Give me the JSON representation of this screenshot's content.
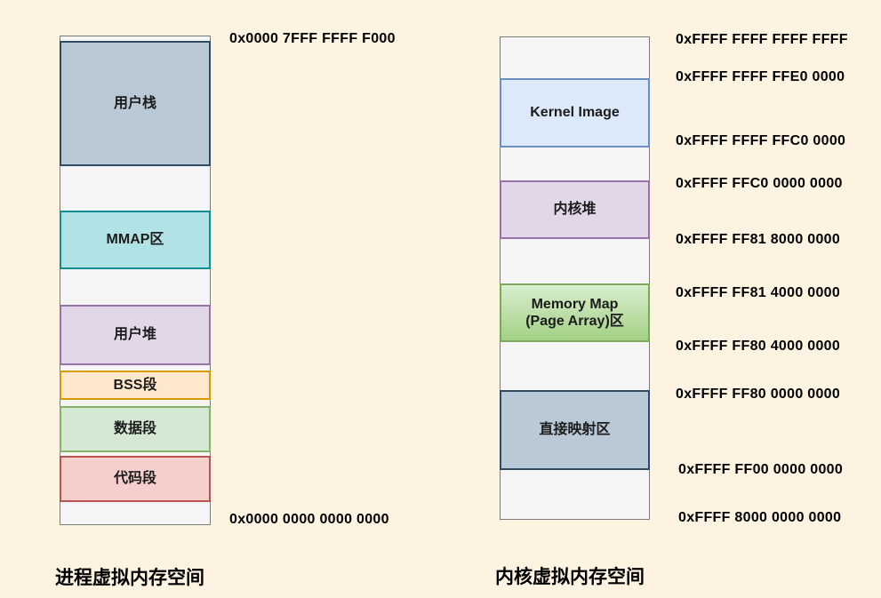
{
  "page": {
    "background": "#fdf3e0"
  },
  "process_space": {
    "title": "进程虚拟内存空间",
    "top_address": "0x0000 7FFF FFFF F000",
    "bottom_address": "0x0000 0000 0000 0000",
    "segments": [
      {
        "id": "user-stack",
        "label": "用户栈",
        "fill": "#b9c9d6",
        "border": "#2e4b65"
      },
      {
        "id": "mmap",
        "label": "MMAP区",
        "fill": "#b1e3e6",
        "border": "#0f8e96"
      },
      {
        "id": "user-heap",
        "label": "用户堆",
        "fill": "#e2d6e9",
        "border": "#9673a6"
      },
      {
        "id": "bss",
        "label": "BSS段",
        "fill": "#ffe8cb",
        "border": "#d79b00"
      },
      {
        "id": "data",
        "label": "数据段",
        "fill": "#d5e8d4",
        "border": "#82b366"
      },
      {
        "id": "code",
        "label": "代码段",
        "fill": "#f6cfcc",
        "border": "#b85450"
      }
    ]
  },
  "kernel_space": {
    "title": "内核虚拟内存空间",
    "segments": [
      {
        "id": "kernel-image",
        "label": "Kernel Image",
        "fill": "#dbe9fb",
        "border": "#6c8ebf"
      },
      {
        "id": "kernel-heap",
        "label": "内核堆",
        "fill": "#e2d6e9",
        "border": "#9673a6"
      },
      {
        "id": "memory-map",
        "label": "Memory Map",
        "label2": "(Page Array)区",
        "fill_top": "#d9eecd",
        "fill_bottom": "#a3d086",
        "border": "#7aa95c"
      },
      {
        "id": "direct-map",
        "label": "直接映射区",
        "fill": "#b9c9d6",
        "border": "#2e4b65"
      }
    ],
    "addresses": [
      "0xFFFF FFFF FFFF FFFF",
      "0xFFFF FFFF FFE0 0000",
      "0xFFFF FFFF FFC0 0000",
      "0xFFFF FFC0 0000 0000",
      "0xFFFF FF81 8000 0000",
      "0xFFFF FF81 4000 0000",
      "0xFFFF FF80 4000 0000",
      "0xFFFF FF80 0000 0000",
      "0xFFFF FF00 0000 0000",
      "0xFFFF 8000 0000 0000"
    ]
  }
}
